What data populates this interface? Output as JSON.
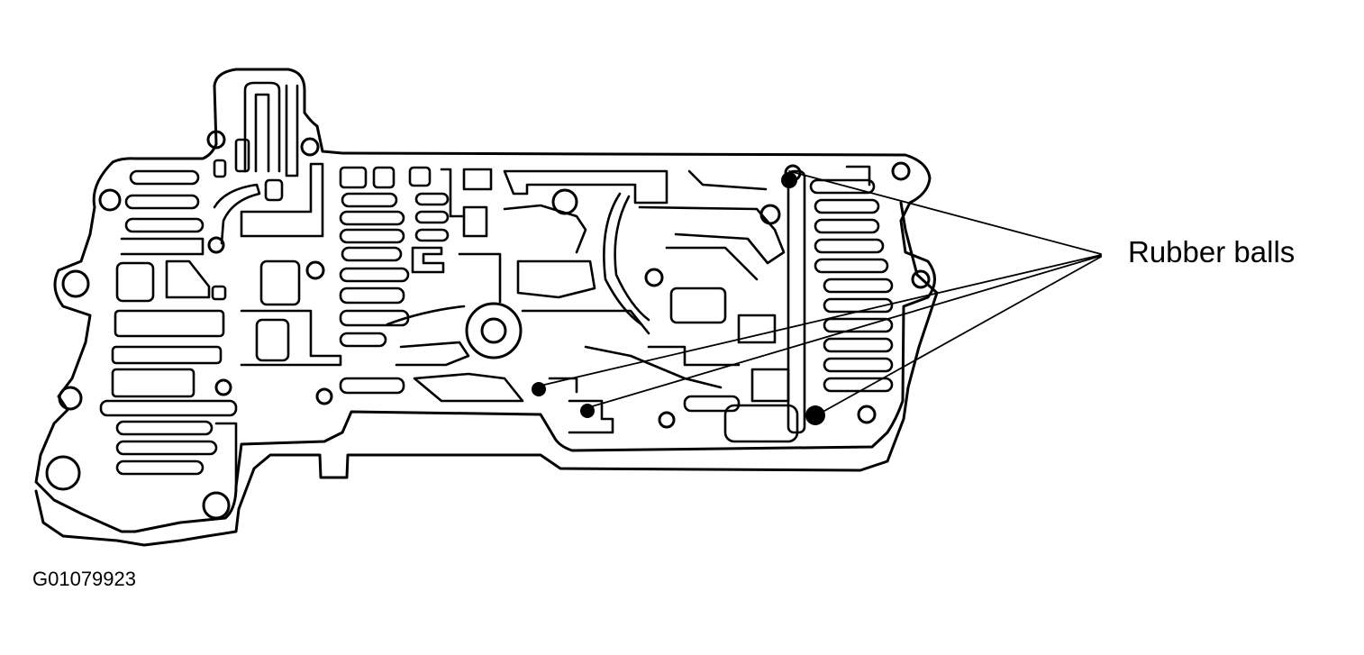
{
  "callout": {
    "label": "Rubber balls",
    "count": 4
  },
  "figure": {
    "id": "G01079923"
  },
  "colors": {
    "ink": "#000000",
    "paper": "#ffffff"
  }
}
